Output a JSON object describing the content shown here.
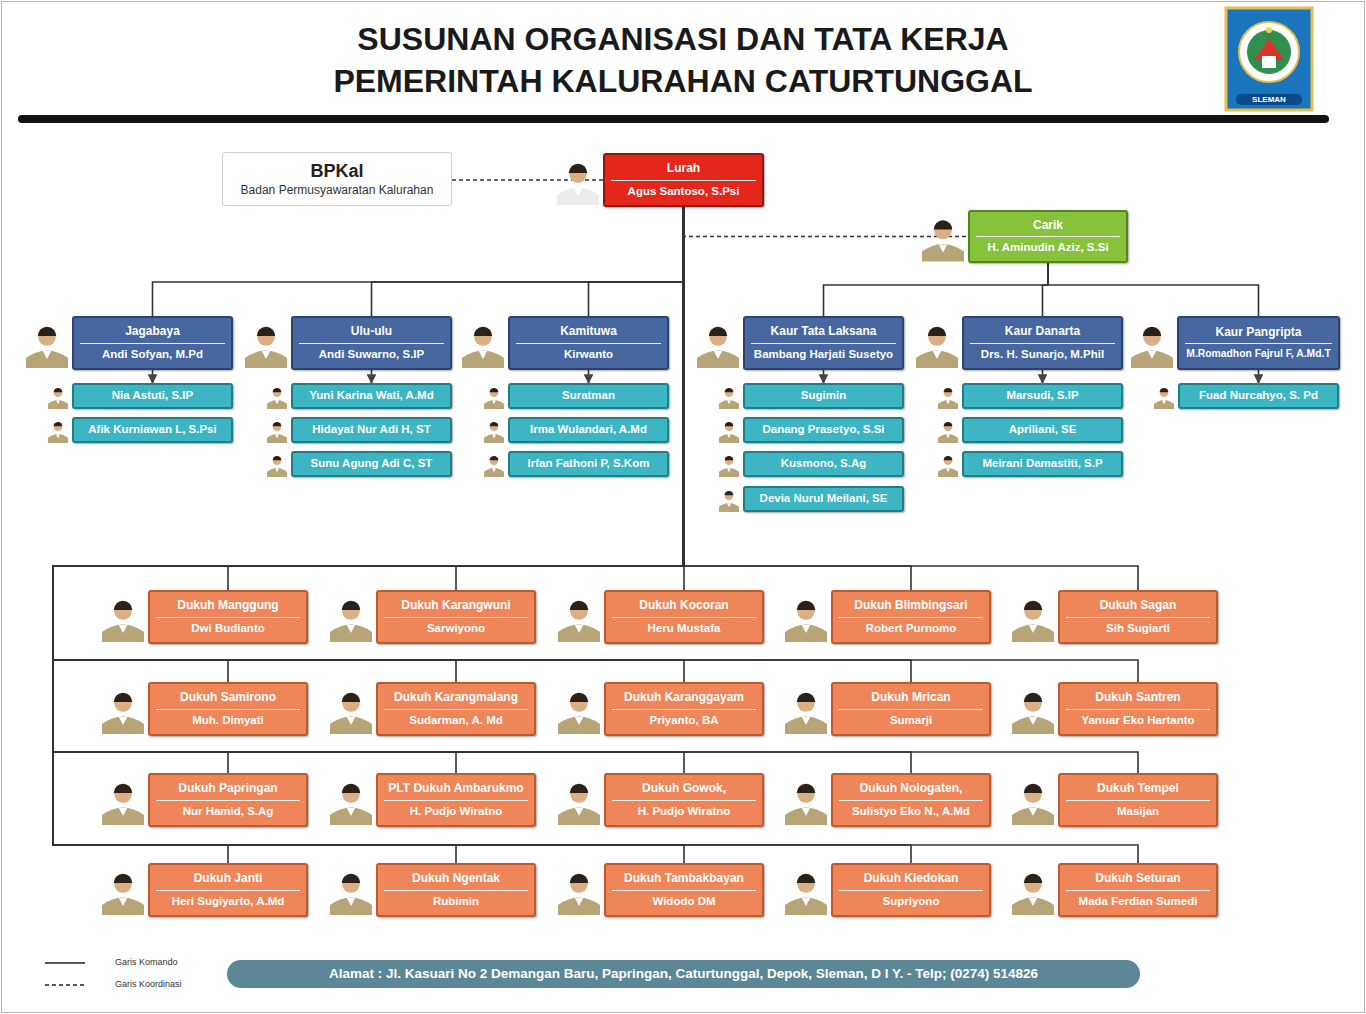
{
  "diagram": {
    "title": "SUSUNAN ORGANISASI DAN TATA KERJA PEMERINTAH KALURAHAN CATURTUNGGAL",
    "nodes": [
      {
        "text": [
          "BPKal",
          "Badan Permusyawaratan Kalurahan"
        ]
      },
      {
        "text": [
          "Lurah",
          "Agus Santoso, S.Psi"
        ]
      },
      {
        "text": [
          "Carik",
          "H. Aminudin Aziz, S.Si"
        ]
      },
      {
        "text": [
          "Jagabaya",
          "Andi Sofyan, M.Pd"
        ]
      },
      {
        "text": [
          "Ulu-ulu",
          "Andi Suwarno, S.IP"
        ]
      },
      {
        "text": [
          "Kamituwa",
          "Kirwanto"
        ]
      },
      {
        "text": [
          "Kaur Tata Laksana",
          "Bambang Harjati Susetyo"
        ]
      },
      {
        "text": [
          "Kaur Danarta",
          "Drs. H. Sunarjo, M.Phil"
        ]
      },
      {
        "text": [
          "Kaur Pangripta",
          "M.Romadhon Fajrul F, A.Md.T"
        ]
      },
      {
        "text": [
          "Nia Astuti, S.IP"
        ]
      },
      {
        "text": [
          "Afik Kurniawan L, S.Psi"
        ]
      },
      {
        "text": [
          "Yuni Karina Wati, A.Md"
        ]
      },
      {
        "text": [
          "Hidayat Nur Adi H, ST"
        ]
      },
      {
        "text": [
          "Sunu Agung Adi C, ST"
        ]
      },
      {
        "text": [
          "Suratman"
        ]
      },
      {
        "text": [
          "Irma Wulandari, A.Md"
        ]
      },
      {
        "text": [
          "Irfan Fathoni P, S.Kom"
        ]
      },
      {
        "text": [
          "Sugimin"
        ]
      },
      {
        "text": [
          "Danang Prasetyo, S.Si"
        ]
      },
      {
        "text": [
          "Kusmono, S.Ag"
        ]
      },
      {
        "text": [
          "Devia Nurul Meilani, SE"
        ]
      },
      {
        "text": [
          "Marsudi, S.IP"
        ]
      },
      {
        "text": [
          "Apriliani, SE"
        ]
      },
      {
        "text": [
          "Meirani Damastiti, S.P"
        ]
      },
      {
        "text": [
          "Fuad Nurcahyo, S. Pd"
        ]
      },
      {
        "text": [
          "Dukuh Manggung",
          "Dwi Budianto"
        ]
      },
      {
        "text": [
          "Dukuh Karangwuni",
          "Sarwiyono"
        ]
      },
      {
        "text": [
          "Dukuh Kocoran",
          "Heru Mustafa"
        ]
      },
      {
        "text": [
          "Dukuh Blimbingsari",
          "Robert Purnomo"
        ]
      },
      {
        "text": [
          "Dukuh Sagan",
          "Sih Sugiarti"
        ]
      },
      {
        "text": [
          "Dukuh Samirono",
          "Muh. Dimyati"
        ]
      },
      {
        "text": [
          "Dukuh Karangmalang",
          "Sudarman, A. Md"
        ]
      },
      {
        "text": [
          "Dukuh Karanggayam",
          "Priyanto, BA"
        ]
      },
      {
        "text": [
          "Dukuh Mrican",
          "Sumarji"
        ]
      },
      {
        "text": [
          "Dukuh Santren",
          "Yanuar Eko Hartanto"
        ]
      },
      {
        "text": [
          "Dukuh Papringan",
          "Nur Hamid, S.Ag"
        ]
      },
      {
        "text": [
          "PLT Dukuh Ambarukmo",
          "H. Pudjo Wiratno"
        ]
      },
      {
        "text": [
          "Dukuh Gowok,",
          "H. Pudjo Wiratno"
        ]
      },
      {
        "text": [
          "Dukuh Nologaten,",
          "Sulistyo Eko N., A.Md"
        ]
      },
      {
        "text": [
          "Dukuh Tempel",
          "Masijan"
        ]
      },
      {
        "text": [
          "Dukuh Janti",
          "Heri Sugiyarto, A.Md"
        ]
      },
      {
        "text": [
          "Dukuh Ngentak",
          "Rubimin"
        ]
      },
      {
        "text": [
          "Dukuh Tambakbayan",
          "Widodo DM"
        ]
      },
      {
        "text": [
          "Dukuh Kledokan",
          "Supriyono"
        ]
      },
      {
        "text": [
          "Dukuh Seturan",
          "Mada Ferdian Sumedi"
        ]
      }
    ],
    "edges": [
      {
        "from": 1,
        "to": 0,
        "arrow": "none"
      },
      {
        "from": 1,
        "to": 2,
        "arrow": "none"
      },
      {
        "from": 1,
        "to": 3,
        "arrow": "none"
      },
      {
        "from": 1,
        "to": 4,
        "arrow": "none"
      },
      {
        "from": 1,
        "to": 5,
        "arrow": "none"
      },
      {
        "from": 2,
        "to": 6,
        "arrow": "none"
      },
      {
        "from": 2,
        "to": 7,
        "arrow": "none"
      },
      {
        "from": 2,
        "to": 8,
        "arrow": "none"
      },
      {
        "from": 3,
        "to": 9,
        "arrow": "to"
      },
      {
        "from": 4,
        "to": 11,
        "arrow": "to"
      },
      {
        "from": 5,
        "to": 14,
        "arrow": "to"
      },
      {
        "from": 6,
        "to": 17,
        "arrow": "to"
      },
      {
        "from": 7,
        "to": 21,
        "arrow": "to"
      },
      {
        "from": 8,
        "to": 24,
        "arrow": "to"
      },
      {
        "from": 1,
        "to": 25,
        "arrow": "none"
      },
      {
        "from": 1,
        "to": 26,
        "arrow": "none"
      },
      {
        "from": 1,
        "to": 27,
        "arrow": "none"
      },
      {
        "from": 1,
        "to": 28,
        "arrow": "none"
      },
      {
        "from": 1,
        "to": 29,
        "arrow": "none"
      },
      {
        "from": 1,
        "to": 30,
        "arrow": "none"
      },
      {
        "from": 1,
        "to": 31,
        "arrow": "none"
      },
      {
        "from": 1,
        "to": 32,
        "arrow": "none"
      },
      {
        "from": 1,
        "to": 33,
        "arrow": "none"
      },
      {
        "from": 1,
        "to": 34,
        "arrow": "none"
      },
      {
        "from": 1,
        "to": 35,
        "arrow": "none"
      },
      {
        "from": 1,
        "to": 36,
        "arrow": "none"
      },
      {
        "from": 1,
        "to": 37,
        "arrow": "none"
      },
      {
        "from": 1,
        "to": 38,
        "arrow": "none"
      },
      {
        "from": 1,
        "to": 39,
        "arrow": "none"
      },
      {
        "from": 1,
        "to": 40,
        "arrow": "none"
      },
      {
        "from": 1,
        "to": 41,
        "arrow": "none"
      },
      {
        "from": 1,
        "to": 42,
        "arrow": "none"
      },
      {
        "from": 1,
        "to": 43,
        "arrow": "none"
      },
      {
        "from": 1,
        "to": 44,
        "arrow": "none"
      }
    ],
    "labels": [
      "SLEMAN",
      "Alamat : Jl. Kasuari No 2 Demangan Baru, Papringan, Caturtunggal, Depok, Sleman, D I Y. - Telp; (0274) 514826"
    ],
    "legend": [
      {
        "text": "Garis Komando"
      },
      {
        "text": "Garis Koordinasi"
      }
    ]
  }
}
